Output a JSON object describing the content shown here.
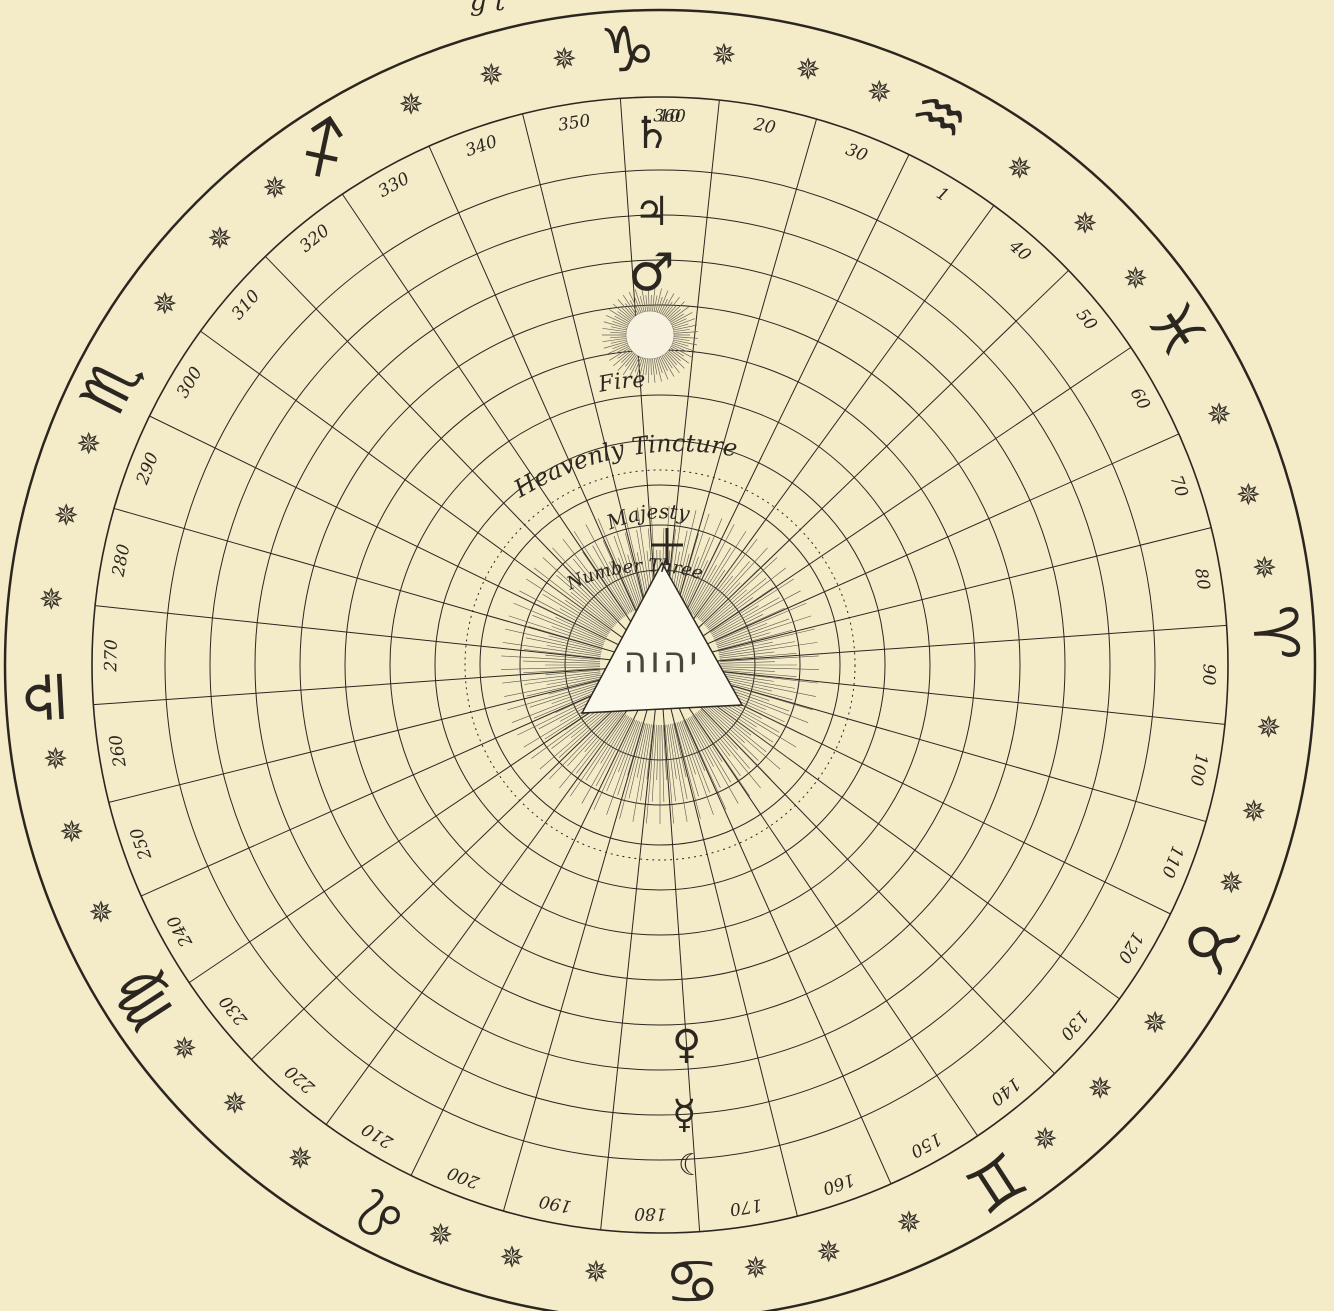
{
  "header_fragment": "g      t",
  "degree_labels": [
    "10",
    "20",
    "30",
    "1",
    "40",
    "50",
    "60",
    "70",
    "80",
    "90",
    "100",
    "110",
    "120",
    "130",
    "140",
    "150",
    "160",
    "170",
    "180",
    "190",
    "200",
    "210",
    "220",
    "230",
    "240",
    "250",
    "260",
    "270",
    "280",
    "290",
    "300",
    "310",
    "320",
    "330",
    "340",
    "350",
    "360"
  ],
  "zodiac": [
    {
      "name": "capricorn",
      "glyph": "♑"
    },
    {
      "name": "aquarius",
      "glyph": "♒"
    },
    {
      "name": "pisces",
      "glyph": "♓"
    },
    {
      "name": "aries",
      "glyph": "♈"
    },
    {
      "name": "taurus",
      "glyph": "♉"
    },
    {
      "name": "gemini",
      "glyph": "♊"
    },
    {
      "name": "cancer",
      "glyph": "♋"
    },
    {
      "name": "leo",
      "glyph": "♌"
    },
    {
      "name": "virgo",
      "glyph": "♍"
    },
    {
      "name": "libra",
      "glyph": "♎"
    },
    {
      "name": "scorpio",
      "glyph": "♏"
    },
    {
      "name": "sagittarius",
      "glyph": "♐"
    }
  ],
  "star_glyph": "✵",
  "planets_top": [
    {
      "name": "saturn",
      "glyph": "♄"
    },
    {
      "name": "jupiter",
      "glyph": "♃"
    },
    {
      "name": "mars",
      "glyph": "♂"
    }
  ],
  "planets_bottom": [
    {
      "name": "venus",
      "glyph": "♀"
    },
    {
      "name": "mercury",
      "glyph": "☿"
    },
    {
      "name": "moon",
      "glyph": "☾"
    }
  ],
  "labels": {
    "fire": "Fire",
    "heavenly_tincture": "Heavenly Tincture",
    "majesty": "Majesty",
    "number_three": "Number Three",
    "tetragrammaton": "יהוה"
  },
  "colors": {
    "paper": "#f4ecc9",
    "ink": "#2b2620"
  }
}
